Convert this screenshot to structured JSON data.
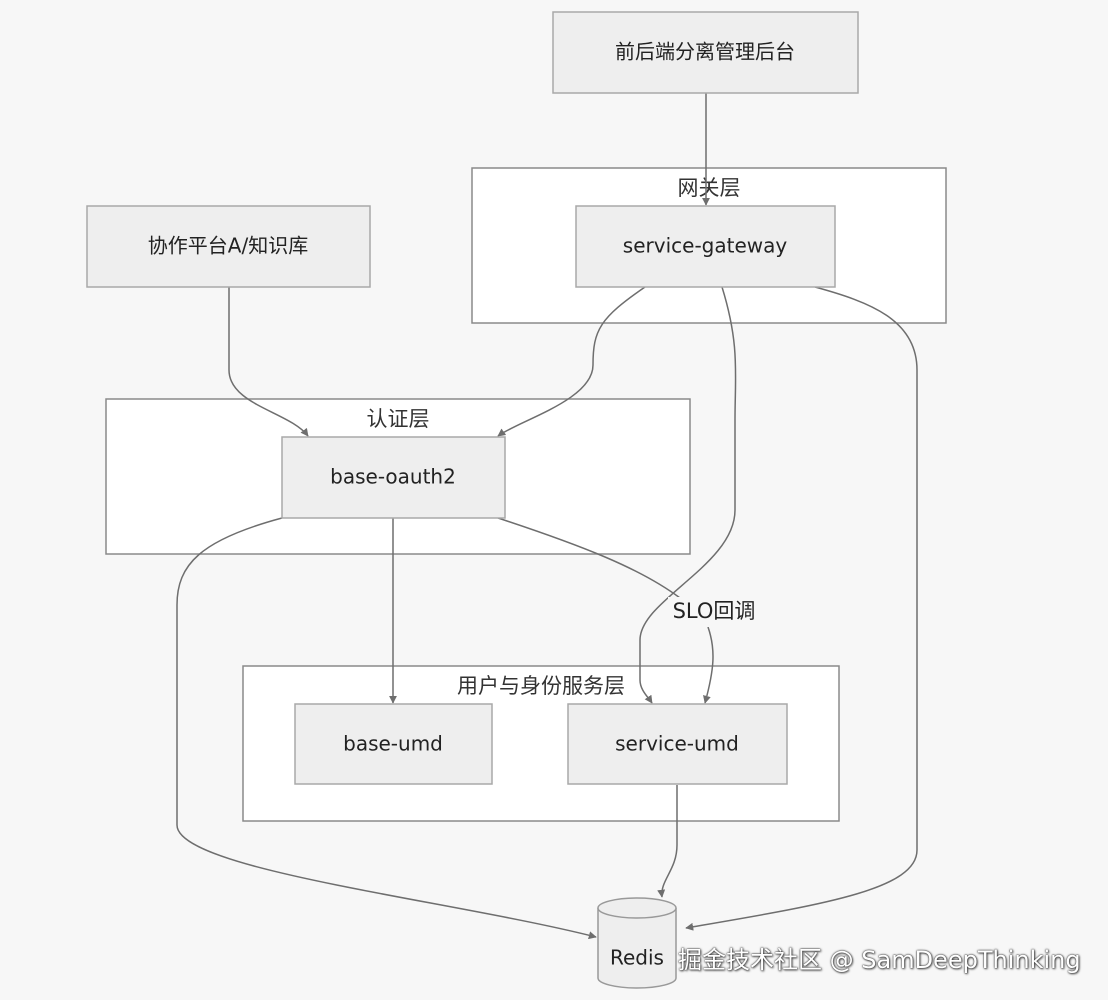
{
  "nodes": {
    "admin": "前后端分离管理后台",
    "collab": "协作平台A/知识库",
    "gateway": "service-gateway",
    "oauth": "base-oauth2",
    "base_umd": "base-umd",
    "service_umd": "service-umd",
    "redis": "Redis"
  },
  "clusters": {
    "gateway_layer": "网关层",
    "auth_layer": "认证层",
    "user_layer": "用户与身份服务层"
  },
  "edges": {
    "slo_label": "SLO回调"
  },
  "colors": {
    "background": "#f7f7f7",
    "node_fill": "#eeeeee",
    "edge": "#6e6e6e"
  },
  "watermark": "掘金技术社区 @ SamDeepThinking"
}
